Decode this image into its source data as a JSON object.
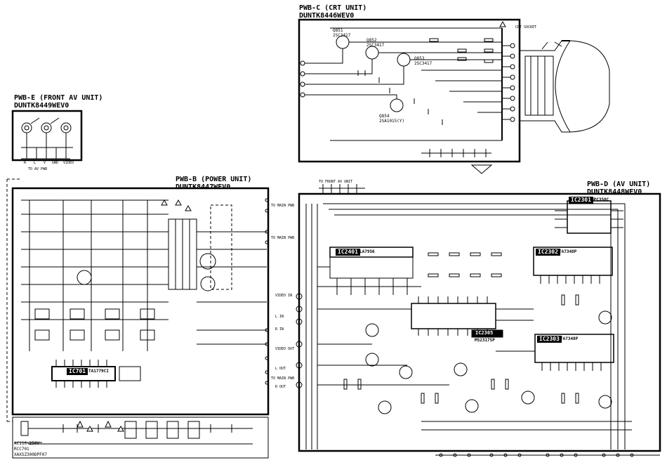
{
  "units": {
    "front_av": {
      "title": "PWB-E (FRONT AV UNIT)",
      "part": "DUNTK8449WEV0"
    },
    "crt": {
      "title": "PWB-C (CRT UNIT)",
      "part": "DUNTK8446WEV0",
      "socket": "CRT SOCKET"
    },
    "power": {
      "title": "PWB-B (POWER UNIT)",
      "part": "DUNTK8447WEV0"
    },
    "av": {
      "title": "PWB-D (AV UNIT)",
      "part": "DUNTK8448WEV0"
    }
  },
  "ics": {
    "ic701": {
      "ref": "IC701",
      "part": "TA1779CI"
    },
    "ic2401": {
      "ref": "IC2401",
      "part": "LA7956"
    },
    "ic2301": {
      "ref": "IC2301",
      "part": "MPC358C"
    },
    "ic2302": {
      "ref": "IC2302",
      "part": "TA7348P"
    },
    "ic2303": {
      "ref": "IC2303",
      "part": "TA7348P"
    },
    "ic2305": {
      "ref": "IC2305",
      "part": "M52317SP"
    }
  },
  "transistors": {
    "q851": {
      "ref": "Q851",
      "part": "2SC3417"
    },
    "q852": {
      "ref": "Q852",
      "part": "2SC3417"
    },
    "q853": {
      "ref": "Q853",
      "part": "2SC3417"
    },
    "q854": {
      "ref": "Q854",
      "part": "2SA1015(Y)"
    }
  },
  "connectors": {
    "av_in": [
      "VIDEO IN",
      "L IN",
      "R IN",
      "VIDEO OUT",
      "L OUT",
      "R OUT"
    ],
    "front_pins": [
      "R",
      "L",
      "V",
      "GND",
      "VIDEO"
    ],
    "to_av_pwb": "TO AV PWB",
    "to_front_av_unit": "TO FRONT AV UNIT",
    "to_main": [
      "TO MAIN PWB",
      "TO MAIN PWB",
      "TO MAIN PWB"
    ]
  },
  "notes": {
    "ac_cord": "AC110-250V",
    "ac_ref": "RCC701",
    "ac_part": "XAXSZ300DPF07"
  },
  "colors": {
    "ink": "#000000",
    "paper": "#ffffff"
  }
}
